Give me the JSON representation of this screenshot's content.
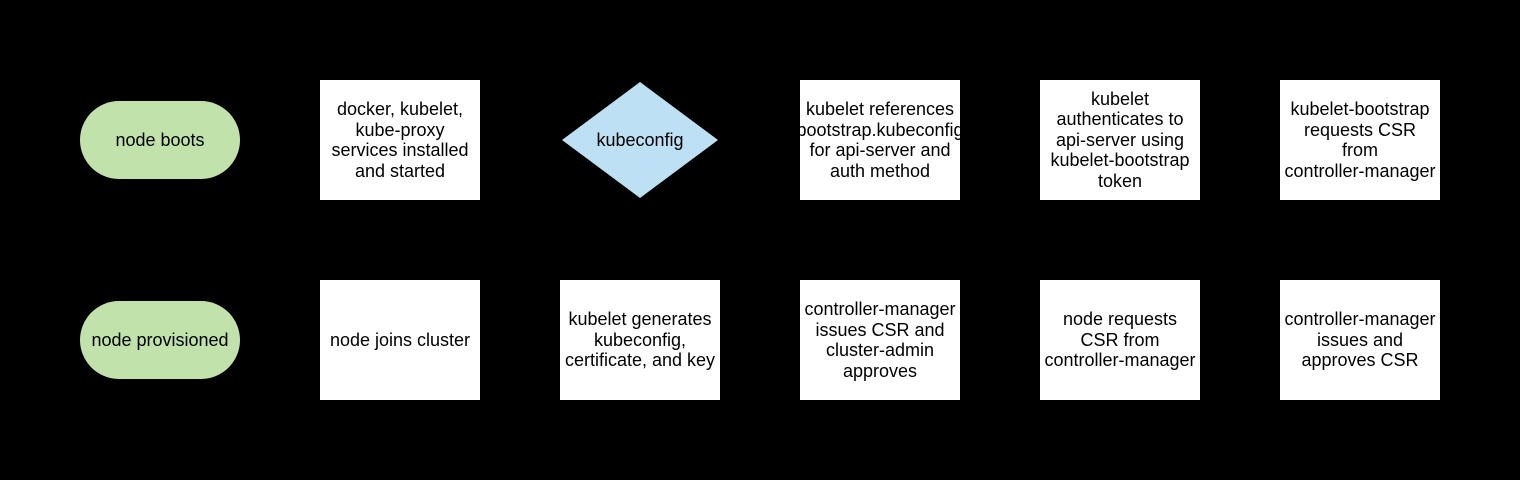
{
  "colors": {
    "bg": "#000000",
    "terminator_fill": "#c1e3ab",
    "decision_fill": "#bee0f4",
    "process_fill": "#ffffff",
    "text": "#000000"
  },
  "nodes": {
    "node_boots": {
      "lines": [
        "node boots"
      ]
    },
    "services_installed": {
      "lines": [
        "docker, kubelet,",
        "kube-proxy",
        "services installed",
        "and started"
      ]
    },
    "kubeconfig": {
      "lines": [
        "kubeconfig"
      ]
    },
    "kubelet_references": {
      "lines": [
        "kubelet references",
        "bootstrap.kubeconfig",
        "for api-server and",
        "auth method"
      ]
    },
    "kubelet_authenticates": {
      "lines": [
        "kubelet",
        "authenticates to",
        "api-server using",
        "kubelet-bootstrap",
        "token"
      ]
    },
    "bootstrap_requests_csr": {
      "lines": [
        "kubelet-bootstrap",
        "requests CSR",
        "from",
        "controller-manager"
      ]
    },
    "node_provisioned": {
      "lines": [
        "node provisioned"
      ]
    },
    "node_joins_cluster": {
      "lines": [
        "node joins cluster"
      ]
    },
    "kubelet_generates": {
      "lines": [
        "kubelet generates",
        "kubeconfig,",
        "certificate, and key"
      ]
    },
    "cm_issues_csr": {
      "lines": [
        "controller-manager",
        "issues CSR and",
        "cluster-admin",
        "approves"
      ]
    },
    "node_requests_csr": {
      "lines": [
        "node requests",
        "CSR from",
        "controller-manager"
      ]
    },
    "cm_issues_approves": {
      "lines": [
        "controller-manager",
        "issues and",
        "approves CSR"
      ]
    }
  }
}
